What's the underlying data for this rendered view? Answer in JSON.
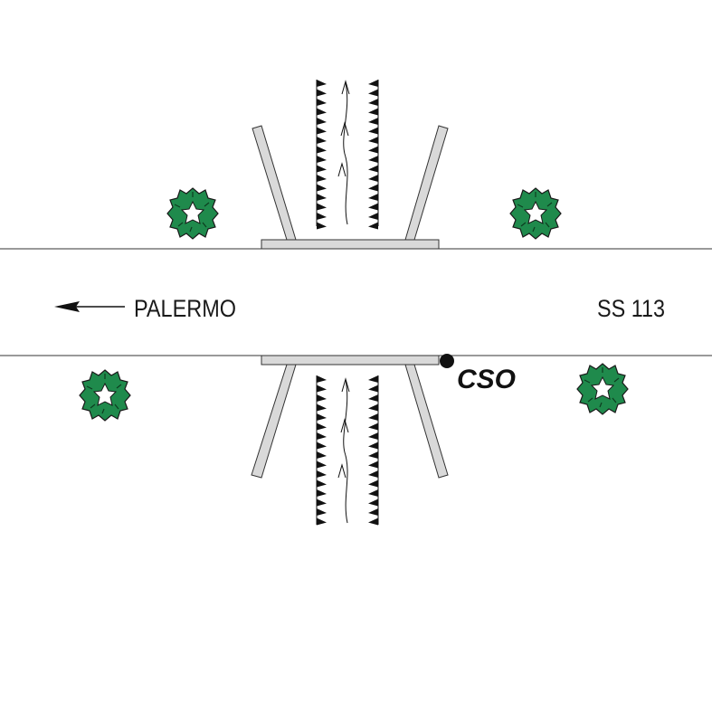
{
  "labels": {
    "destination": "PALERMO",
    "road_name": "SS 113",
    "site_code": "CSO"
  },
  "icons": {
    "direction_arrow": "arrow-left-icon",
    "vegetation": "shrub-icon",
    "site_marker": "point-marker-icon",
    "channel_flow": "flow-arrow-icon",
    "channel_bank": "bank-hatching-icon"
  },
  "colors": {
    "road_edge": "#333333",
    "bridge_slab": "#d9d9d9",
    "vegetation_fill": "#1f8a4c",
    "vegetation_outline": "#1a1a1a",
    "text": "#1a1a1a",
    "site_marker": "#111111"
  },
  "shrubs": 4
}
